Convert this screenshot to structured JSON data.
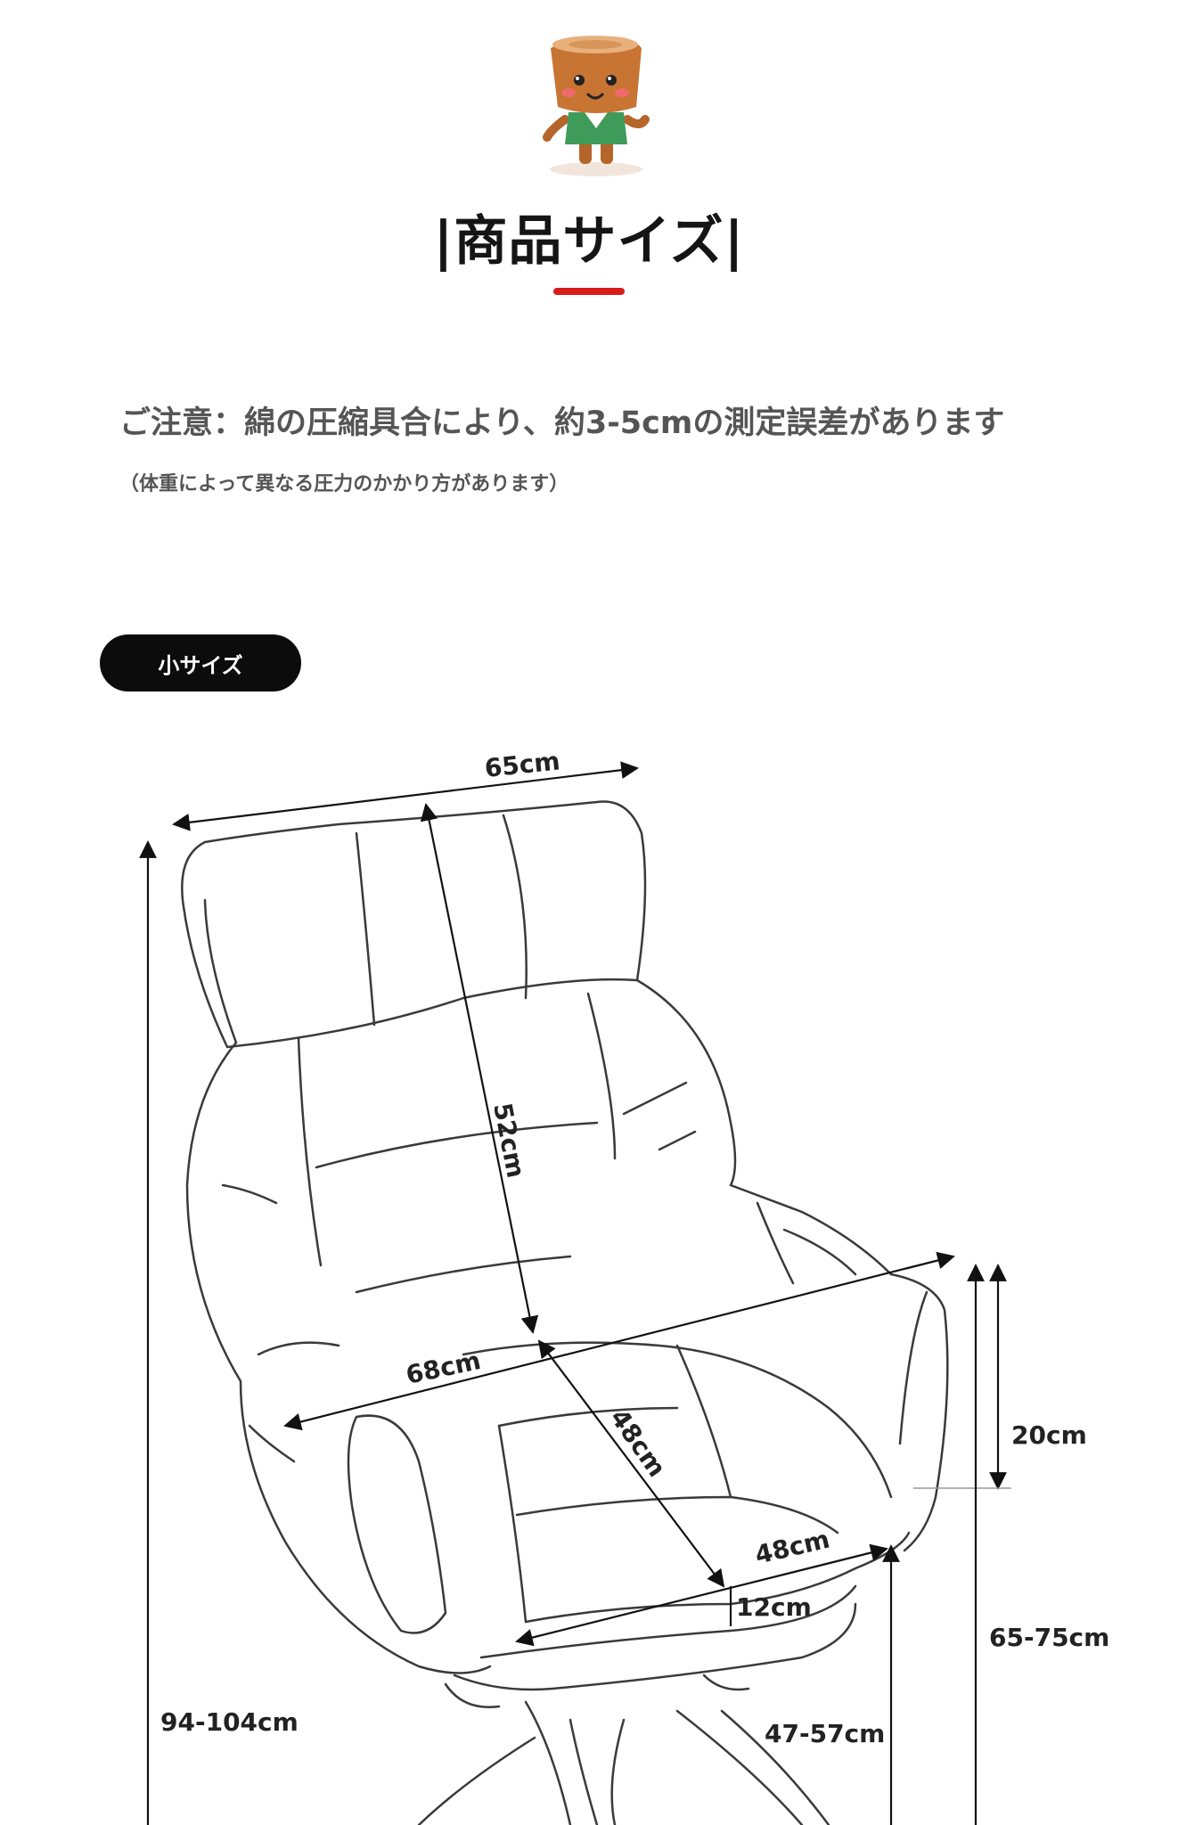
{
  "header": {
    "title": "|商品サイズ|"
  },
  "notice": {
    "main": "ご注意：綿の圧縮具合により、約3-5cmの測定誤差があります",
    "sub": "（体重によって異なる圧力のかかり方があります）"
  },
  "size_tab": {
    "label": "小サイズ"
  },
  "dimensions": {
    "width_top": "65cm",
    "back_height": "52cm",
    "seat_width": "68cm",
    "seat_depth": "48cm",
    "seat_front_width": "48cm",
    "cushion_thickness": "12cm",
    "armrest_height": "20cm",
    "arm_ground_height": "65-75cm",
    "seat_ground_height": "47-57cm",
    "total_height": "94-104cm"
  },
  "colors": {
    "accent": "#d81c1c",
    "pill": "#0c0c0c",
    "line": "#2a2a2a"
  }
}
